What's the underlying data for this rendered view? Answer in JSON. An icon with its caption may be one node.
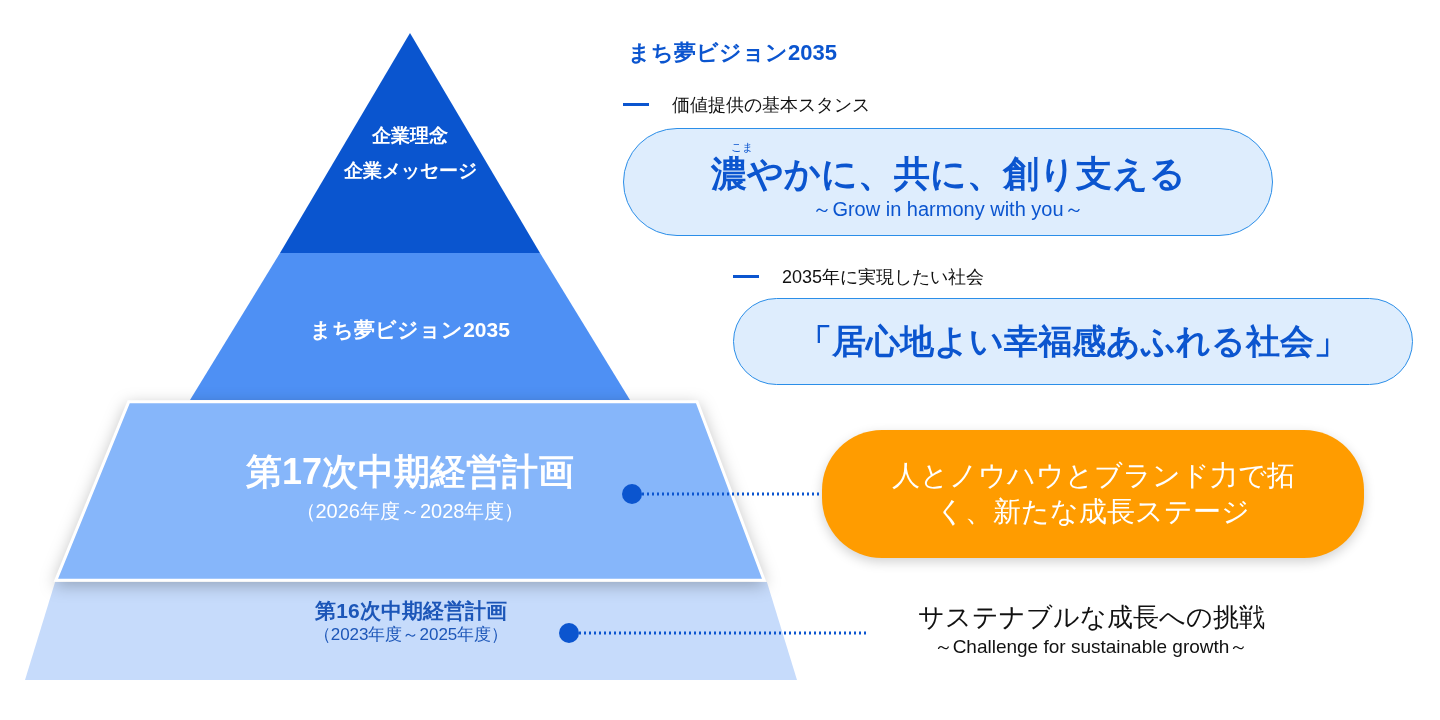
{
  "diagram": {
    "nodes": [
      {
        "text": [
          "企業理念",
          "企業メッセージ"
        ]
      },
      {
        "text": [
          "まち夢ビジョン2035"
        ]
      },
      {
        "text": [
          "第17次中期経営計画",
          "（2026年度～2028年度）"
        ]
      },
      {
        "text": [
          "第16次中期経営計画",
          "（2023年度～2025年度）"
        ]
      },
      {
        "text": [
          "こま",
          "濃やかに、共に、創り支える",
          "～Grow in harmony with you～"
        ]
      },
      {
        "text": [
          "「居心地よい幸福感あふれる社会」"
        ]
      },
      {
        "text": [
          "人とノウハウとブランド力で拓く、新たな成長ステージ"
        ]
      },
      {
        "text": [
          "サステナブルな成長への挑戦",
          "～Challenge for sustainable growth～"
        ]
      }
    ],
    "edges": [
      {
        "from": 2,
        "to": 6,
        "arrow": "other",
        "style": "dashed"
      },
      {
        "from": 3,
        "to": 7,
        "arrow": "other",
        "style": "dashed"
      }
    ],
    "labels": [
      "まち夢ビジョン2035",
      "価値提供の基本スタンス",
      "2035年に実現したい社会"
    ]
  }
}
